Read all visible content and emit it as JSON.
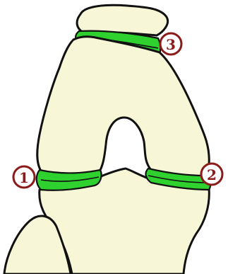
{
  "colors": {
    "bone": "#f7f6d6",
    "outline": "#111111",
    "cartilage": "#2fd12f",
    "cartilage_dark": "#1ea51e",
    "marker": "#8b1a1a",
    "background": "#ffffff"
  },
  "markers": [
    {
      "label": "1"
    },
    {
      "label": "2"
    },
    {
      "label": "3"
    }
  ]
}
